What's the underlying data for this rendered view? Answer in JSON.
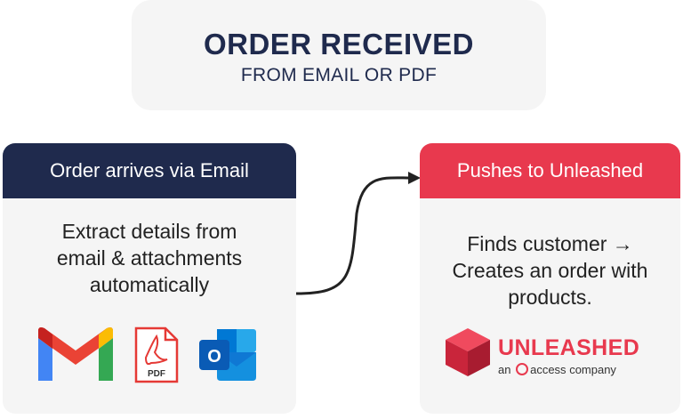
{
  "header": {
    "title": "ORDER RECEIVED",
    "subtitle": "FROM EMAIL OR PDF"
  },
  "left_card": {
    "heading": "Order arrives via Email",
    "body_lines": [
      "Extract details from",
      "email & attachments",
      "automatically"
    ],
    "icons": {
      "gmail": "gmail-icon",
      "pdf": "pdf-file-icon",
      "pdf_label": "PDF",
      "outlook": "outlook-icon",
      "outlook_letter": "O"
    }
  },
  "right_card": {
    "heading": "Pushes to Unleashed",
    "body_lines": [
      "Finds customer →",
      "Creates an order with",
      "products."
    ],
    "logo": {
      "name": "UNLEASHED",
      "tagline_prefix": "an",
      "tagline_brand": "access",
      "tagline_suffix": "company"
    }
  },
  "colors": {
    "navy": "#1f2a4d",
    "red": "#e8394e",
    "panel": "#f5f5f5"
  }
}
